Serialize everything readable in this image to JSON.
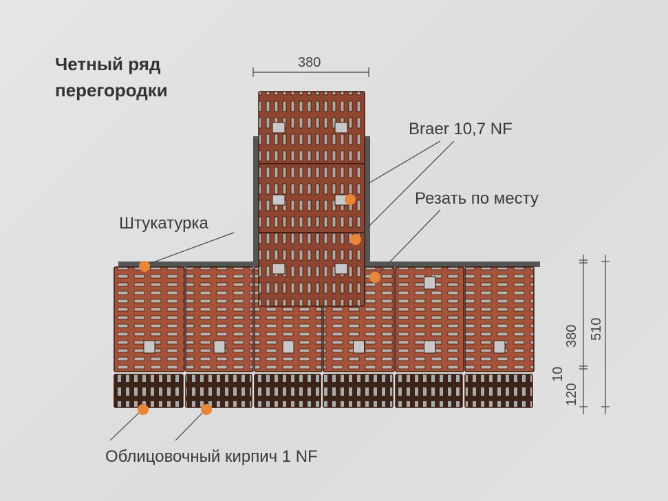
{
  "title": {
    "line1": "Четный ряд",
    "line2": "перегородки"
  },
  "labels": {
    "braer": "Braer 10,7 NF",
    "cut": "Резать по месту",
    "plaster": "Штукатурка",
    "facing": "Облицовочный кирпич 1 NF"
  },
  "dimensions": {
    "top": "380",
    "right_380": "380",
    "right_10": "10",
    "right_120": "120",
    "right_510": "510"
  },
  "colors": {
    "block": "#9a4e35",
    "block_light": "#b5654a",
    "facing": "#3d2418",
    "plaster": "#555555",
    "marker": "#e8873a",
    "background": "#e3e3e3"
  }
}
